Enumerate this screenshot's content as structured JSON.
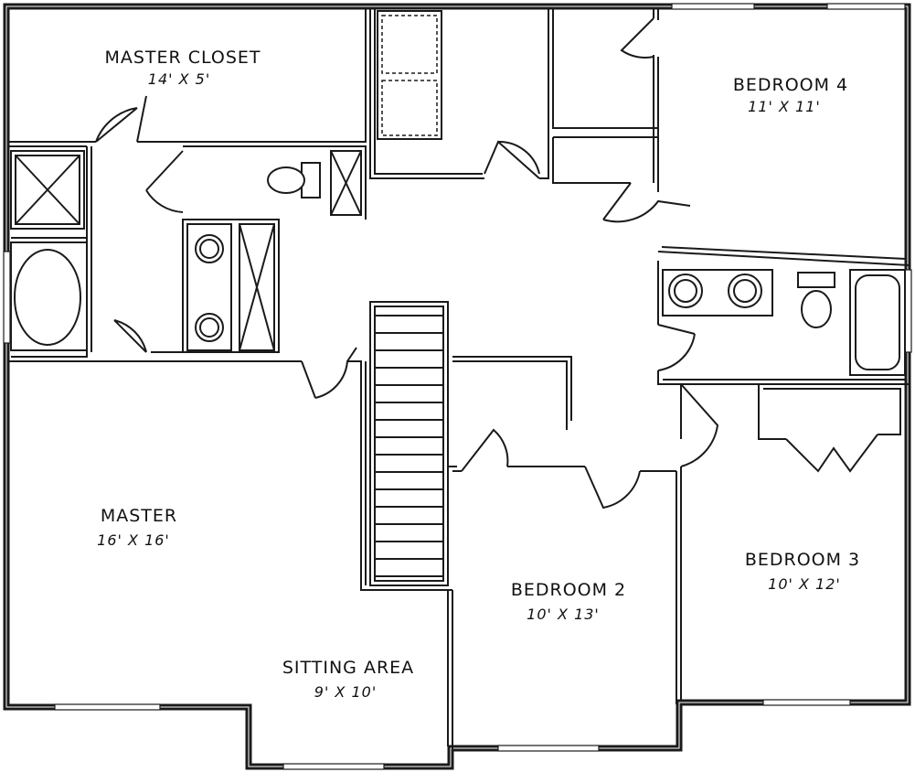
{
  "rooms": {
    "master_closet": {
      "name": "MASTER CLOSET",
      "dim": "14' X 5'"
    },
    "bedroom4": {
      "name": "BEDROOM 4",
      "dim": "11' X 11'"
    },
    "master": {
      "name": "MASTER",
      "dim": "16' X 16'"
    },
    "bedroom2": {
      "name": "BEDROOM 2",
      "dim": "10' X 13'"
    },
    "bedroom3": {
      "name": "BEDROOM 3",
      "dim": "10' X 12'"
    },
    "sitting_area": {
      "name": "SITTING AREA",
      "dim": "9' X 10'"
    }
  },
  "colors": {
    "ink": "#1a1a1a",
    "paper": "#ffffff"
  }
}
